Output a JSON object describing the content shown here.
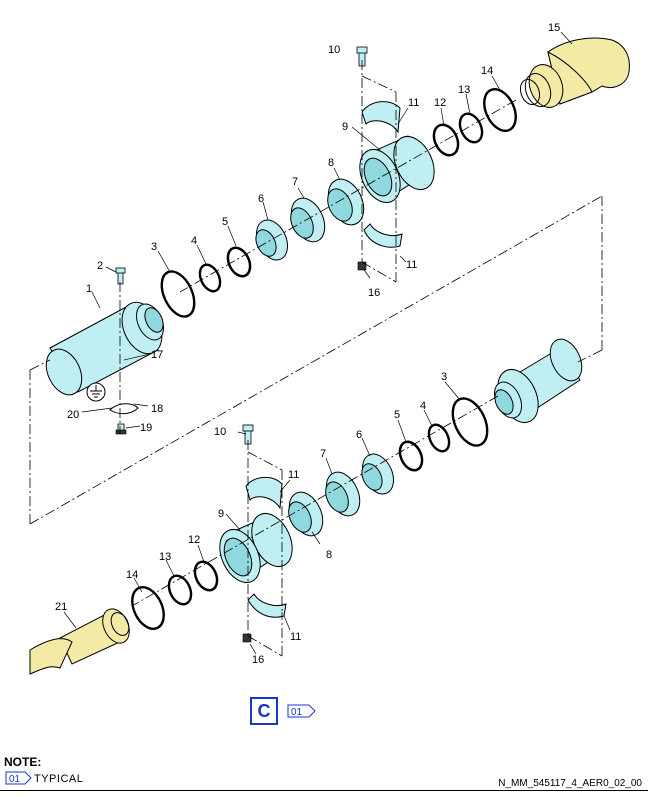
{
  "callouts": {
    "c1": "1",
    "c2": "2",
    "c3a": "3",
    "c3b": "3",
    "c4a": "4",
    "c4b": "4",
    "c5a": "5",
    "c5b": "5",
    "c6a": "6",
    "c6b": "6",
    "c7a": "7",
    "c7b": "7",
    "c8a": "8",
    "c8b": "8",
    "c9a": "9",
    "c9b": "9",
    "c10a": "10",
    "c10b": "10",
    "c11a": "11",
    "c11b": "11",
    "c11c": "11",
    "c11d": "11",
    "c12a": "12",
    "c12b": "12",
    "c13a": "13",
    "c13b": "13",
    "c14a": "14",
    "c14b": "14",
    "c15": "15",
    "c16a": "16",
    "c16b": "16",
    "c17": "17",
    "c18": "18",
    "c19": "19",
    "c20": "20",
    "c21": "21"
  },
  "view_label": "C",
  "view_tag": "01",
  "note": {
    "heading": "NOTE:",
    "tag": "01",
    "text": "TYPICAL"
  },
  "drawing_ref": "N_MM_545117_4_AER0_02_00",
  "colors": {
    "part_fill": "#bfeff2",
    "yellow_part": "#f3eaa6",
    "view_border": "#1a33c9"
  }
}
